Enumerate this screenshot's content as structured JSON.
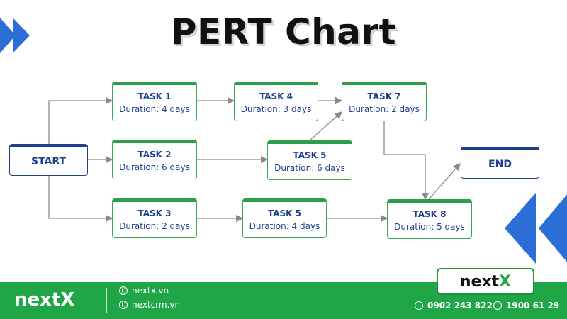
{
  "title": "PERT Chart",
  "colors": {
    "task_border": "#34a853",
    "terminal_border": "#1f3f8f",
    "text": "#1f3f8f",
    "edge": "#8a8a8a",
    "footer": "#20a547",
    "deco_blue": "#2b6fd6"
  },
  "nodes": [
    {
      "id": "start",
      "name": "START",
      "duration": "",
      "kind": "terminal"
    },
    {
      "id": "t1",
      "name": "TASK 1",
      "duration": "Duration: 4 days",
      "kind": "task"
    },
    {
      "id": "t2",
      "name": "TASK 2",
      "duration": "Duration: 6 days",
      "kind": "task"
    },
    {
      "id": "t3",
      "name": "TASK 3",
      "duration": "Duration: 2 days",
      "kind": "task"
    },
    {
      "id": "t4",
      "name": "TASK 4",
      "duration": "Duration: 3 days",
      "kind": "task"
    },
    {
      "id": "t5a",
      "name": "TASK 5",
      "duration": "Duration: 6 days",
      "kind": "task"
    },
    {
      "id": "t5b",
      "name": "TASK 5",
      "duration": "Duration: 4 days",
      "kind": "task"
    },
    {
      "id": "t7",
      "name": "TASK 7",
      "duration": "Duration: 2 days",
      "kind": "task"
    },
    {
      "id": "t8",
      "name": "TASK 8",
      "duration": "Duration: 5 days",
      "kind": "task"
    },
    {
      "id": "end",
      "name": "END",
      "duration": "",
      "kind": "terminal"
    }
  ],
  "edges": [
    [
      "start",
      "t1"
    ],
    [
      "start",
      "t2"
    ],
    [
      "start",
      "t3"
    ],
    [
      "t1",
      "t4"
    ],
    [
      "t4",
      "t7"
    ],
    [
      "t2",
      "t5a"
    ],
    [
      "t5a",
      "t7"
    ],
    [
      "t7",
      "t8"
    ],
    [
      "t3",
      "t5b"
    ],
    [
      "t5b",
      "t8"
    ],
    [
      "t8",
      "end"
    ]
  ],
  "footer": {
    "brand": "nextX",
    "site1": "nextx.vn",
    "site2": "nextcrm.vn",
    "phone1": "0902 243 822",
    "phone2": "1900 61 29"
  },
  "logo": {
    "text_main": "next",
    "text_accent": "X"
  }
}
